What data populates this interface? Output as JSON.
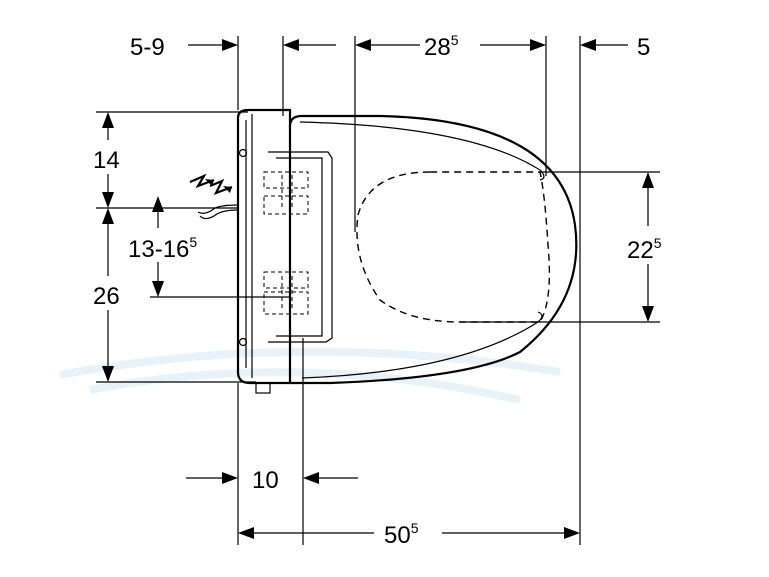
{
  "dimensions": {
    "top_left": {
      "main": "5-9",
      "sup": ""
    },
    "top_mid": {
      "main": "28",
      "sup": "5"
    },
    "top_right": {
      "main": "5",
      "sup": ""
    },
    "left_upper": {
      "main": "14",
      "sup": ""
    },
    "left_inner": {
      "main": "13-16",
      "sup": "5"
    },
    "left_lower": {
      "main": "26",
      "sup": ""
    },
    "right_height": {
      "main": "22",
      "sup": "5"
    },
    "bottom_gap": {
      "main": "10",
      "sup": ""
    },
    "bottom_total": {
      "main": "50",
      "sup": "5"
    }
  },
  "colors": {
    "line": "#000000",
    "background": "#ffffff",
    "watermark": "#e8f2f8"
  },
  "icons": {
    "power": "lightning-icon"
  }
}
